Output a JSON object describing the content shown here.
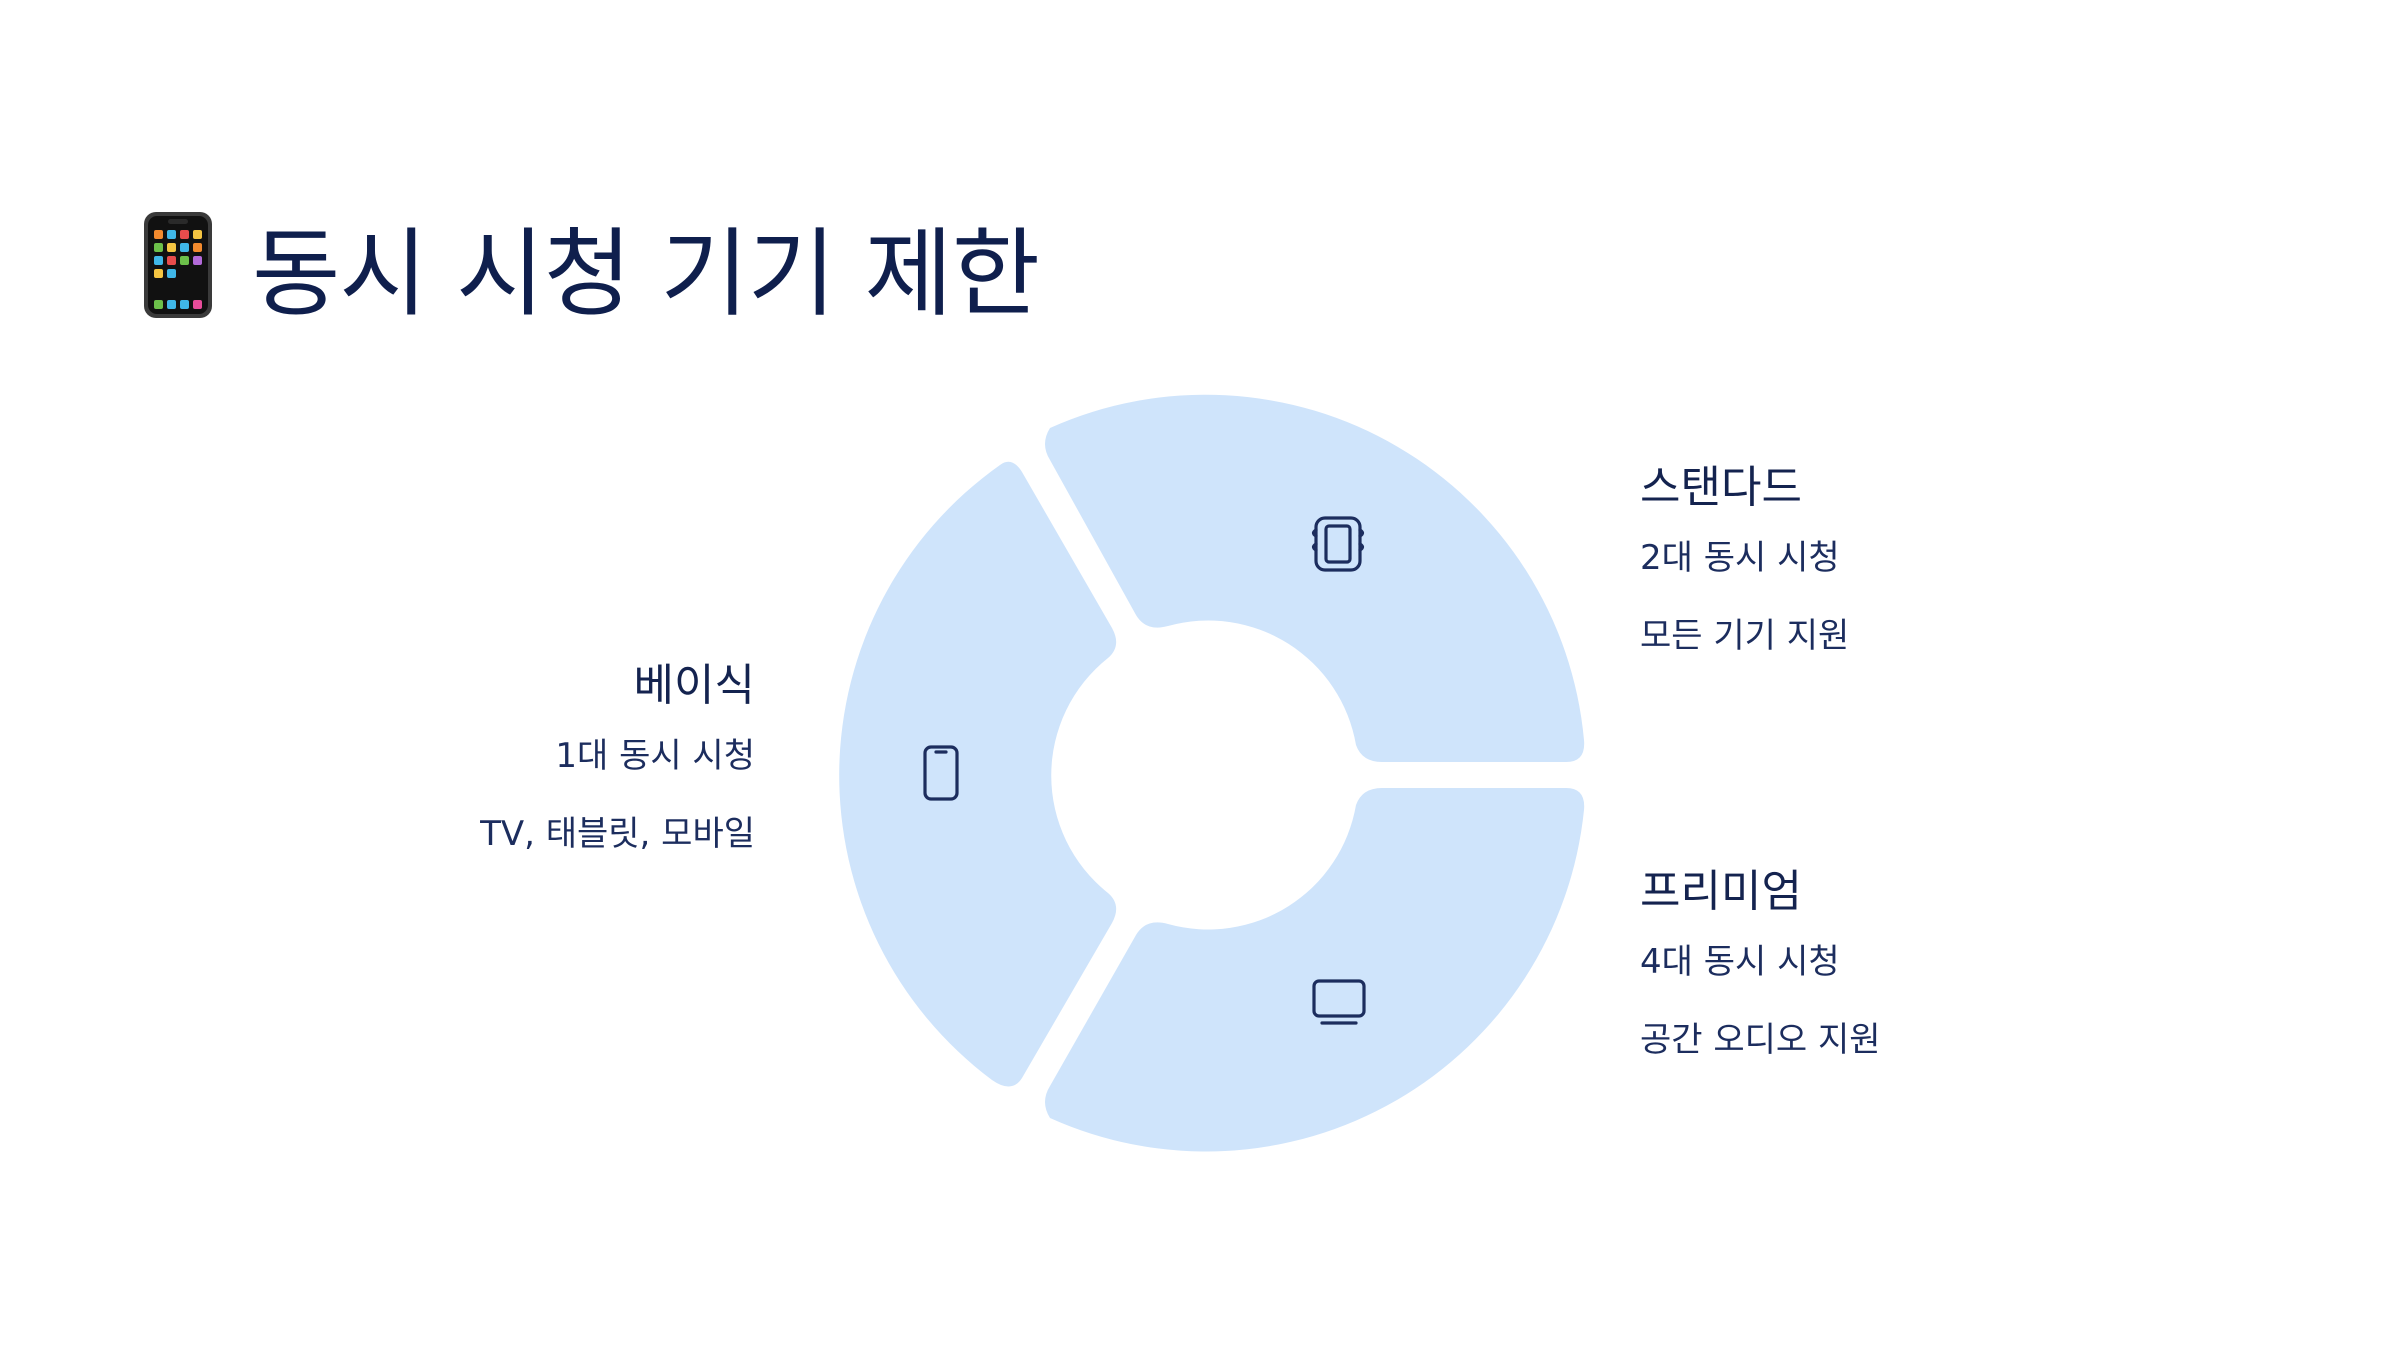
{
  "title": {
    "text": "동시 시청 기기 제한",
    "icon": "mobile-phone-icon"
  },
  "colors": {
    "segment": "#cfe4fb",
    "text": "#14234f",
    "icon_stroke": "#1c2d5e"
  },
  "segments": [
    {
      "id": "basic",
      "plan": "베이식",
      "icon": "smartphone-icon",
      "lines": [
        "1대 동시 시청",
        "TV, 태블릿, 모바일"
      ]
    },
    {
      "id": "standard",
      "plan": "스탠다드",
      "icon": "tablet-icon",
      "lines": [
        "2대 동시 시청",
        "모든 기기 지원"
      ]
    },
    {
      "id": "premium",
      "plan": "프리미엄",
      "icon": "tv-monitor-icon",
      "lines": [
        "4대 동시 시청",
        "공간 오디오 지원"
      ]
    }
  ]
}
